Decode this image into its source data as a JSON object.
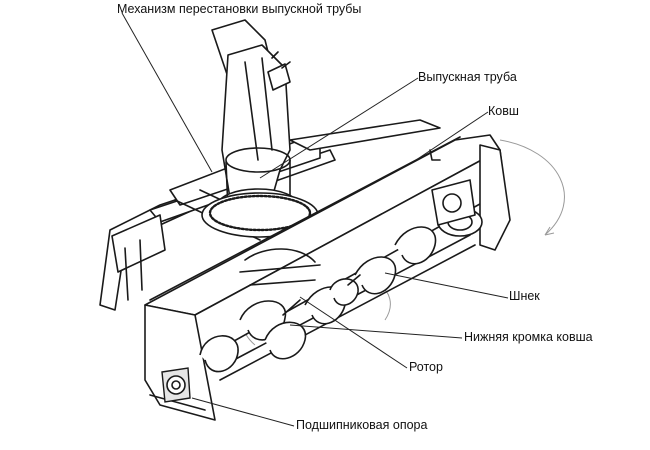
{
  "labels": [
    "Механизм перестановки выпускной трубы",
    "Выпускная труба",
    "Ковш",
    "Шнек",
    "Нижняя кромка ковша",
    "Ротор",
    "Подшипниковая опора"
  ]
}
